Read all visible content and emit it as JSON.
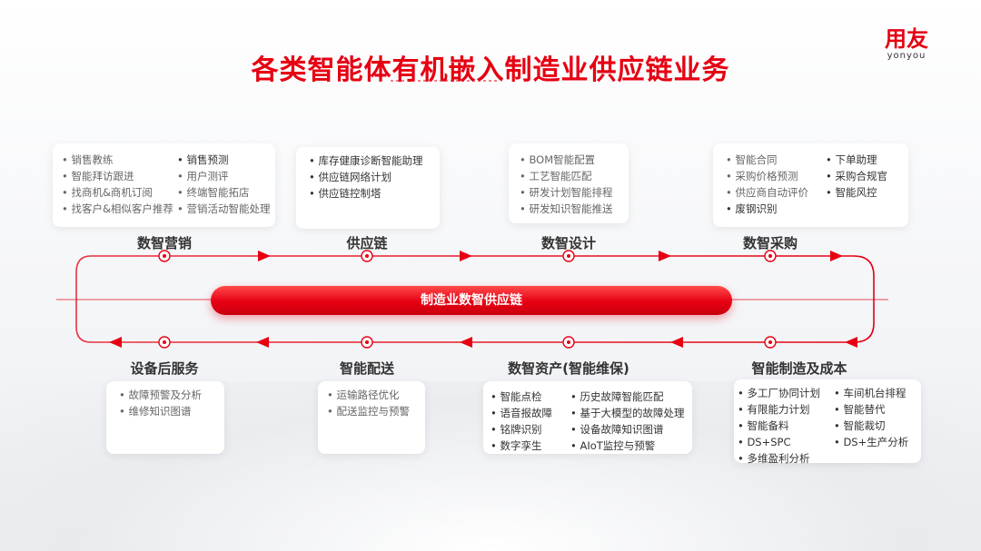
{
  "page": {
    "title": "各类智能体有机嵌入制造业供应链业务",
    "logo": {
      "mark": "用友",
      "sub": "yonyou"
    },
    "center": "制造业数智供应链"
  },
  "colors": {
    "accent": "#e60012",
    "text": "#333333"
  },
  "stages": {
    "marketing": {
      "label": "数智营销",
      "col1": [
        "销售教练",
        "智能拜访跟进",
        "找商机&商机订阅",
        "找客户&相似客户推荐"
      ],
      "col2": [
        "销售预测",
        "用户测评",
        "终端智能拓店",
        "营销活动智能处理"
      ]
    },
    "supply": {
      "label": "供应链",
      "col1": [
        "库存健康诊断智能助理",
        "供应链网络计划",
        "供应链控制塔"
      ]
    },
    "design": {
      "label": "数智设计",
      "col1": [
        "BOM智能配置",
        "工艺智能匹配",
        "研发计划智能排程",
        "研发知识智能推送"
      ]
    },
    "procurement": {
      "label": "数智采购",
      "col1": [
        "智能合同",
        "采购价格预测",
        "供应商自动评价",
        "废钢识别"
      ],
      "col2": [
        "下单助理",
        "采购合规官",
        "智能风控"
      ]
    },
    "after_service": {
      "label": "设备后服务",
      "col1": [
        "故障预警及分析",
        "维修知识图谱"
      ]
    },
    "delivery": {
      "label": "智能配送",
      "col1": [
        "运输路径优化",
        "配送监控与预警"
      ]
    },
    "assets": {
      "label": "数智资产(智能维保)",
      "col1": [
        "智能点检",
        "语音报故障",
        "铭牌识别",
        "数字孪生"
      ],
      "col2": [
        "历史故障智能匹配",
        "基于大模型的故障处理",
        "设备故障知识图谱",
        "AIoT监控与预警"
      ]
    },
    "manufacturing": {
      "label": "智能制造及成本",
      "col1": [
        "多工厂协同计划",
        "有限能力计划",
        "智能备料",
        "DS+SPC",
        "多维盈利分析"
      ],
      "col2": [
        "车间机台排程",
        "智能替代",
        "智能裁切",
        "DS+生产分析"
      ]
    }
  }
}
